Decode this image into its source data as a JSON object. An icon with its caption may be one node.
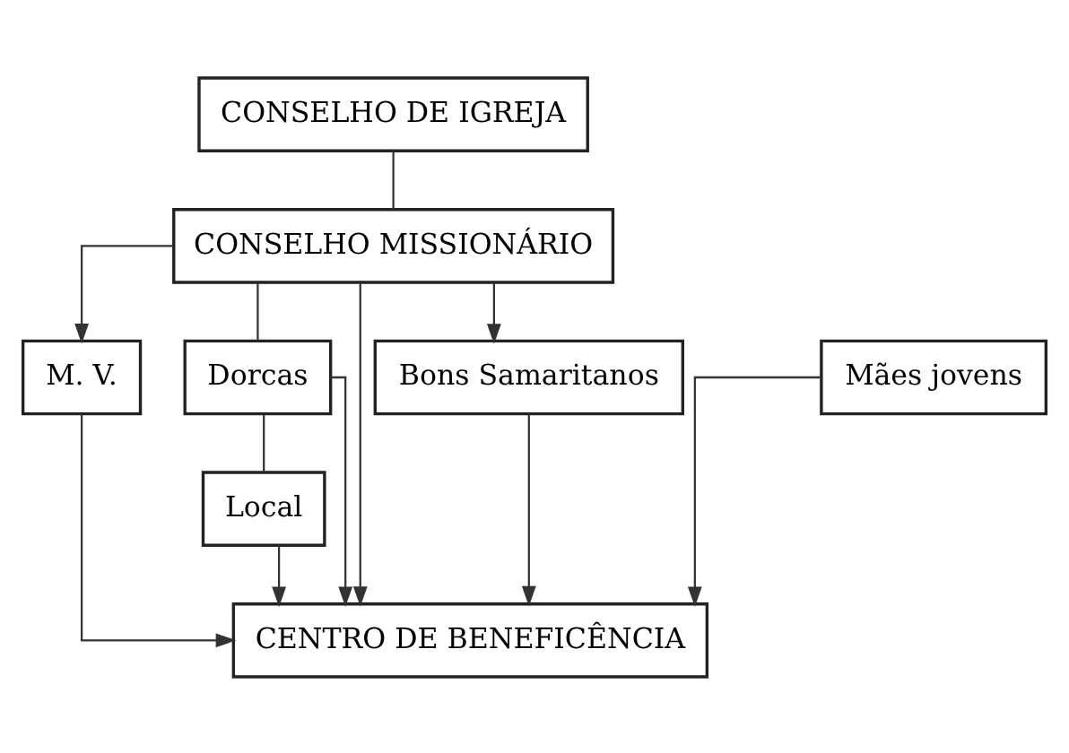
{
  "diagram": {
    "nodes": [
      {
        "text": [
          "CONSELHO DE IGREJA"
        ]
      },
      {
        "text": [
          "CONSELHO MISSIONÁRIO"
        ]
      },
      {
        "text": [
          "M. V."
        ]
      },
      {
        "text": [
          "Mães jovens"
        ]
      },
      {
        "text": [
          "Dorcas"
        ]
      },
      {
        "text": [
          "Bons Samaritanos"
        ]
      },
      {
        "text": [
          "Local"
        ]
      },
      {
        "text": [
          "CENTRO DE BENEFICÊNCIA"
        ]
      }
    ],
    "edges": [
      {
        "from": 0,
        "to": 1,
        "arrow": "none"
      },
      {
        "from": 1,
        "to": 2,
        "arrow": "to"
      },
      {
        "from": 1,
        "to": 7,
        "arrow": "to"
      },
      {
        "from": 1,
        "to": 4,
        "arrow": "none"
      },
      {
        "from": 1,
        "to": 5,
        "arrow": "to"
      },
      {
        "from": 2,
        "to": 7,
        "arrow": "to"
      },
      {
        "from": 3,
        "to": 7,
        "arrow": "to"
      },
      {
        "from": 4,
        "to": 7,
        "arrow": "to"
      },
      {
        "from": 4,
        "to": 6,
        "arrow": "none"
      },
      {
        "from": 6,
        "to": 7,
        "arrow": "to"
      },
      {
        "from": 5,
        "to": 7,
        "arrow": "to"
      }
    ]
  }
}
